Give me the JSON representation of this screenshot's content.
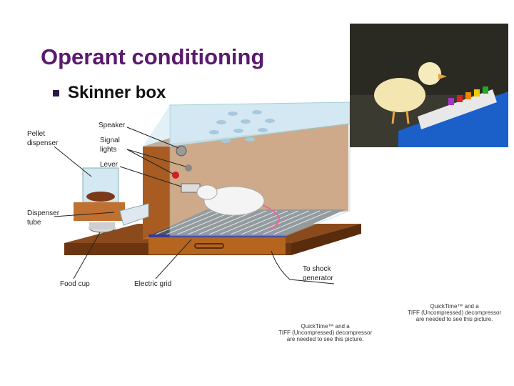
{
  "slide": {
    "title": "Operant conditioning",
    "bullet": "Skinner box"
  },
  "figure": {
    "labels": {
      "speaker": "Speaker",
      "pellet_dispenser_1": "Pellet",
      "pellet_dispenser_2": "dispenser",
      "signal_lights_1": "Signal",
      "signal_lights_2": "lights",
      "lever": "Lever",
      "dispenser_tube_1": "Dispenser",
      "dispenser_tube_2": "tube",
      "food_cup": "Food cup",
      "electric_grid": "Electric grid",
      "shock_1": "To shock",
      "shock_2": "generator"
    }
  },
  "placeholders": {
    "right_1": "QuickTime™ and a",
    "right_2": "TIFF (Uncompressed) decompressor",
    "right_3": "are needed to see this picture.",
    "center_1": "QuickTime™ and a",
    "center_2": "TIFF (Uncompressed) decompressor",
    "center_3": "are needed to see this picture."
  },
  "colors": {
    "title": "#5a1a6e",
    "wood": "#b5651d",
    "glass": "#cfe6f2"
  }
}
